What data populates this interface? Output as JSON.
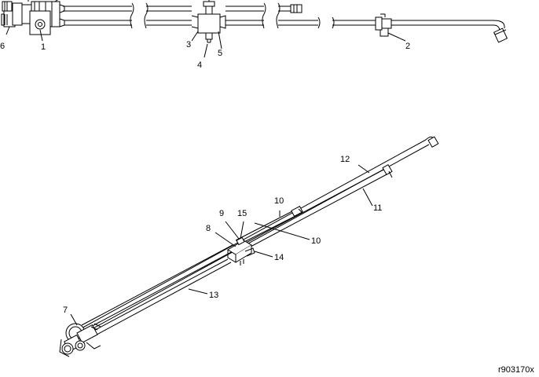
{
  "figure": {
    "reference": "r903170x",
    "line_color": "#000000",
    "background": "#ffffff"
  },
  "callouts": {
    "c1": "1",
    "c2": "2",
    "c3": "3",
    "c4": "4",
    "c5": "5",
    "c6": "6",
    "c7": "7",
    "c8": "8",
    "c9": "9",
    "c10a": "10",
    "c10b": "10",
    "c11": "11",
    "c12": "12",
    "c13": "13",
    "c14": "14",
    "c15": "15"
  }
}
